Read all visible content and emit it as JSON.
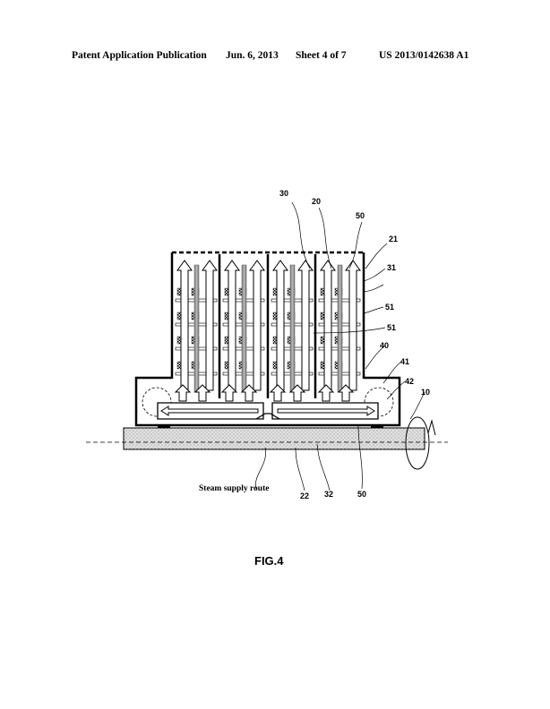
{
  "header": {
    "publication": "Patent Application Publication",
    "date": "Jun. 6, 2013",
    "sheet": "Sheet 4 of 7",
    "number": "US 2013/0142638 A1"
  },
  "figure": {
    "caption": "FIG.4",
    "steam_label": "Steam supply route",
    "refs": {
      "r30": "30",
      "r20": "20",
      "r50_top": "50",
      "r21": "21",
      "r31": "31",
      "r51_a": "51",
      "r51_b": "51",
      "r40": "40",
      "r41": "41",
      "r42": "42",
      "r10": "10",
      "r22": "22",
      "r32": "32",
      "r50_bottom": "50"
    }
  }
}
